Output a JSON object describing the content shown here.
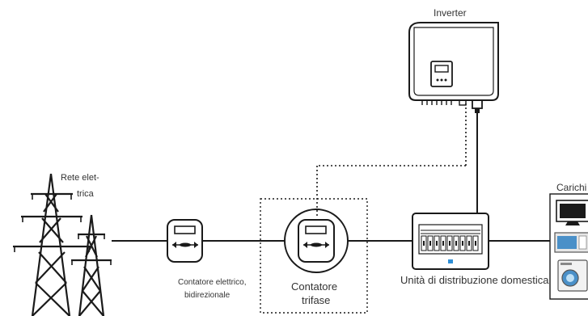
{
  "labels": {
    "inverter": "Inverter",
    "grid_line1": "Rete elet-",
    "grid_line2": "trica",
    "meter_line1": "Contatore elettrico,",
    "meter_line2": "bidirezionale",
    "three_phase_line1": "Contatore",
    "three_phase_line2": "trifase",
    "distribution": "Unità di distribuzione domestica",
    "loads": "Carichi"
  },
  "colors": {
    "line": "#1a1a1a",
    "text": "#333333",
    "accent": "#2e8fd6",
    "screen": "#4a90c8"
  },
  "icons": {
    "grid": "power-tower-icon",
    "meter": "bidirectional-meter-icon",
    "three_phase": "three-phase-meter-icon",
    "distribution": "breaker-panel-icon",
    "inverter": "inverter-icon",
    "loads": "household-appliances-icon"
  }
}
